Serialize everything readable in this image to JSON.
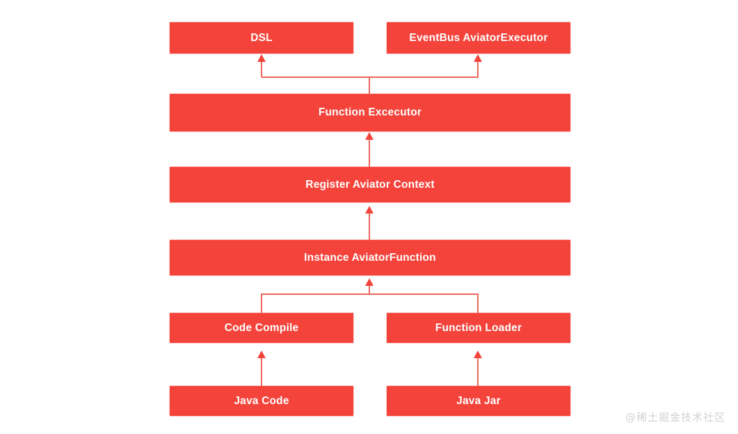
{
  "diagram": {
    "type": "flow-architecture",
    "direction": "bottom-up",
    "background_color": "#FFFFFF",
    "node_color": "#F4433A",
    "node_text_color": "#FFFFFF",
    "connector_color": "#EC6659",
    "nodes": [
      {
        "id": "dsl",
        "label": "DSL",
        "row": 1,
        "column": "left"
      },
      {
        "id": "eventbus",
        "label": "EventBus AviatorExecutor",
        "row": 1,
        "column": "right"
      },
      {
        "id": "function-excecutor",
        "label": "Function Excecutor",
        "row": 2,
        "column": "full"
      },
      {
        "id": "register-aviator-context",
        "label": "Register Aviator Context",
        "row": 3,
        "column": "full"
      },
      {
        "id": "instance-aviatorfunction",
        "label": "Instance AviatorFunction",
        "row": 4,
        "column": "full"
      },
      {
        "id": "code-compile",
        "label": "Code Compile",
        "row": 5,
        "column": "left"
      },
      {
        "id": "function-loader",
        "label": "Function Loader",
        "row": 5,
        "column": "right"
      },
      {
        "id": "java-code",
        "label": "Java Code",
        "row": 6,
        "column": "left"
      },
      {
        "id": "java-jar",
        "label": "Java Jar",
        "row": 6,
        "column": "right"
      }
    ],
    "edges": [
      {
        "from": "function-excecutor",
        "to": "dsl",
        "style": "branch-up-left"
      },
      {
        "from": "function-excecutor",
        "to": "eventbus",
        "style": "branch-up-right"
      },
      {
        "from": "register-aviator-context",
        "to": "function-excecutor",
        "style": "straight-up"
      },
      {
        "from": "instance-aviatorfunction",
        "to": "register-aviator-context",
        "style": "straight-up"
      },
      {
        "from": "code-compile",
        "to": "instance-aviatorfunction",
        "style": "merge-up-left"
      },
      {
        "from": "function-loader",
        "to": "instance-aviatorfunction",
        "style": "merge-up-right"
      },
      {
        "from": "java-code",
        "to": "code-compile",
        "style": "straight-up"
      },
      {
        "from": "java-jar",
        "to": "function-loader",
        "style": "straight-up"
      }
    ]
  },
  "watermark": {
    "text": "@稀土掘金技术社区"
  }
}
